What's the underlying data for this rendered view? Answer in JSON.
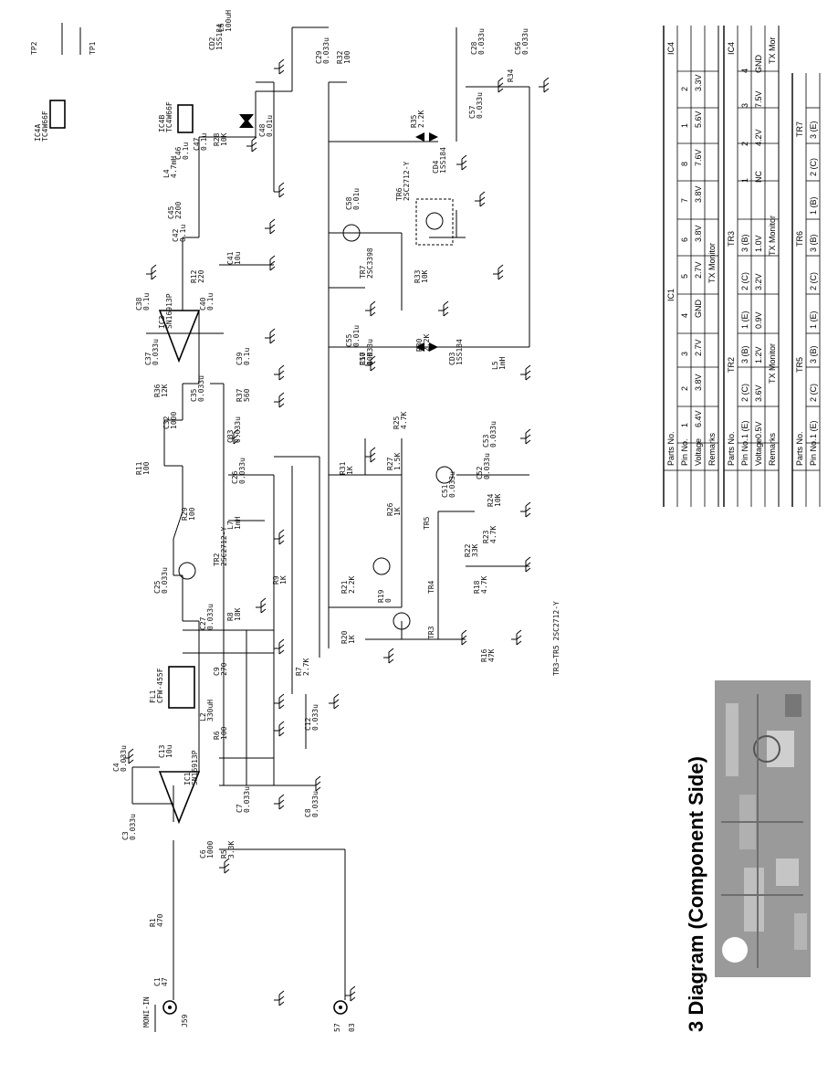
{
  "heading": "3 Diagram (Component Side)",
  "connectors": {
    "j59": {
      "label": "J59",
      "net": "MONI-IN"
    },
    "j57": {
      "label": "57",
      "sub": "03"
    },
    "tp1": "TP1",
    "tp2": "TP2"
  },
  "ics": {
    "ic1": {
      "ref": "IC1",
      "part": "SN16913P"
    },
    "ic3": {
      "ref": "IC3",
      "part": "SN16913P"
    },
    "ic4a": {
      "ref": "IC4A",
      "part": "TC4W66F"
    },
    "ic4b": {
      "ref": "IC4B",
      "part": "TC4W66F"
    },
    "fl1": {
      "ref": "FL1",
      "part": "CFW-455F"
    }
  },
  "components": [
    {
      "ref": "C1",
      "value": "47"
    },
    {
      "ref": "R1",
      "value": "470"
    },
    {
      "ref": "C3",
      "value": "0.033u"
    },
    {
      "ref": "C4",
      "value": "0.033u"
    },
    {
      "ref": "C6",
      "value": "1000"
    },
    {
      "ref": "R5",
      "value": "3.3K"
    },
    {
      "ref": "C7",
      "value": "0.033u"
    },
    {
      "ref": "R6",
      "value": "100"
    },
    {
      "ref": "C8",
      "value": "0.033u"
    },
    {
      "ref": "C12",
      "value": "0.033u"
    },
    {
      "ref": "C13",
      "value": "10u"
    },
    {
      "ref": "L2",
      "value": "330uH"
    },
    {
      "ref": "C9",
      "value": "270"
    },
    {
      "ref": "R7",
      "value": "2.7K"
    },
    {
      "ref": "C27",
      "value": "0.033u"
    },
    {
      "ref": "R8",
      "value": "18K"
    },
    {
      "ref": "C25",
      "value": "0.033u"
    },
    {
      "ref": "TR2",
      "value": "2SC2712-Y"
    },
    {
      "ref": "R9",
      "value": "1K"
    },
    {
      "ref": "R29",
      "value": "100"
    },
    {
      "ref": "L7",
      "value": "1mH"
    },
    {
      "ref": "C26",
      "value": "0.033u"
    },
    {
      "ref": "R11",
      "value": "100"
    },
    {
      "ref": "C33",
      "value": "0.033u"
    },
    {
      "ref": "C32",
      "value": "1000"
    },
    {
      "ref": "R36",
      "value": "12K"
    },
    {
      "ref": "C35",
      "value": "0.033u"
    },
    {
      "ref": "R37",
      "value": "560"
    },
    {
      "ref": "C37",
      "value": "0.033u"
    },
    {
      "ref": "C39",
      "value": "0.1u"
    },
    {
      "ref": "C38",
      "value": "0.1u"
    },
    {
      "ref": "C40",
      "value": "0.1u"
    },
    {
      "ref": "R12",
      "value": "220"
    },
    {
      "ref": "C41",
      "value": "10u"
    },
    {
      "ref": "C42",
      "value": "0.1u"
    },
    {
      "ref": "C45",
      "value": "2200"
    },
    {
      "ref": "L4",
      "value": "4.7mH"
    },
    {
      "ref": "C46",
      "value": "0.1u"
    },
    {
      "ref": "C47",
      "value": "0.1u"
    },
    {
      "ref": "R28",
      "value": "10K"
    },
    {
      "ref": "C48",
      "value": "0.01u"
    },
    {
      "ref": "CD2",
      "value": "1SS184"
    },
    {
      "ref": "L6",
      "value": "100uH"
    },
    {
      "ref": "C29",
      "value": "0.033u"
    },
    {
      "ref": "R32",
      "value": "100"
    },
    {
      "ref": "C28",
      "value": "0.033u"
    },
    {
      "ref": "C56",
      "value": "0.033u"
    },
    {
      "ref": "R34",
      "value": ""
    },
    {
      "ref": "C57",
      "value": "0.033u"
    },
    {
      "ref": "R35",
      "value": "2.2K"
    },
    {
      "ref": "CD4",
      "value": "1SS184"
    },
    {
      "ref": "C58",
      "value": "0.01u"
    },
    {
      "ref": "TR6",
      "value": "2SC2712-Y"
    },
    {
      "ref": "TR7",
      "value": "2SC3398"
    },
    {
      "ref": "R33",
      "value": "10K"
    },
    {
      "ref": "C55",
      "value": "0.01u"
    },
    {
      "ref": "R30",
      "value": "2.2K"
    },
    {
      "ref": "CD3",
      "value": "1SS184"
    },
    {
      "ref": "L5",
      "value": "1mH"
    },
    {
      "ref": "R31",
      "value": "1K"
    },
    {
      "ref": "R25",
      "value": "4.7K"
    },
    {
      "ref": "R27",
      "value": "1.5K"
    },
    {
      "ref": "C53",
      "value": "0.033u"
    },
    {
      "ref": "C52",
      "value": "0.033u"
    },
    {
      "ref": "R26",
      "value": "1K"
    },
    {
      "ref": "C51",
      "value": "0.033u"
    },
    {
      "ref": "R24",
      "value": "10K"
    },
    {
      "ref": "TR5",
      "value": ""
    },
    {
      "ref": "R23",
      "value": "4.7K"
    },
    {
      "ref": "R22",
      "value": "33K"
    },
    {
      "ref": "R21",
      "value": "2.2K"
    },
    {
      "ref": "TR4",
      "value": ""
    },
    {
      "ref": "R18",
      "value": "4.7K"
    },
    {
      "ref": "R19",
      "value": "0"
    },
    {
      "ref": "R20",
      "value": "1K"
    },
    {
      "ref": "TR3",
      "value": ""
    },
    {
      "ref": "R16",
      "value": "47K"
    },
    {
      "ref": "R17",
      "value": "10K"
    },
    {
      "ref": "C50",
      "value": "0.033u"
    }
  ],
  "footnote": "TR3~TR5  2SC2712-Y",
  "tables": [
    {
      "part": "IC1",
      "headers": [
        "Parts No.",
        "Pin No.",
        "Voltage",
        "Remarks"
      ],
      "pins": [
        "1",
        "2",
        "3",
        "4",
        "5",
        "6",
        "7",
        "8",
        "1",
        "2"
      ],
      "voltages": [
        "6.4V",
        "3.8V",
        "2.7V",
        "GND",
        "2.7V",
        "3.8V",
        "3.8V",
        "7.6V",
        "5.6V",
        "3.3V"
      ],
      "remarks": "TX Monitor",
      "extra": "IC4"
    },
    {
      "part": "TR2",
      "part2": "TR3",
      "headers": [
        "Parts No.",
        "Pin No.",
        "Voltage",
        "Remarks"
      ],
      "pins": [
        "1 (E)",
        "2 (C)",
        "3 (B)",
        "1 (E)",
        "2 (C)",
        "3 (B)",
        "1",
        "2",
        "3",
        "4"
      ],
      "voltages": [
        "0.5V",
        "3.6V",
        "1.2V",
        "0.9V",
        "3.2V",
        "1.0V",
        "NC",
        "4.2V",
        "7.5V",
        "GND"
      ],
      "remarks": "TX Monitor",
      "remarks2": "TX Monitor",
      "extra": "IC4",
      "extra_remark": "TX Mor"
    },
    {
      "part": "TR5",
      "part2": "TR6",
      "part3": "TR7",
      "headers": [
        "Parts No.",
        "Pin No."
      ],
      "pins": [
        "1 (E)",
        "2 (C)",
        "3 (B)",
        "1 (E)",
        "2 (C)",
        "3 (B)",
        "1 (B)",
        "2 (C)",
        "3 (E)"
      ]
    }
  ]
}
